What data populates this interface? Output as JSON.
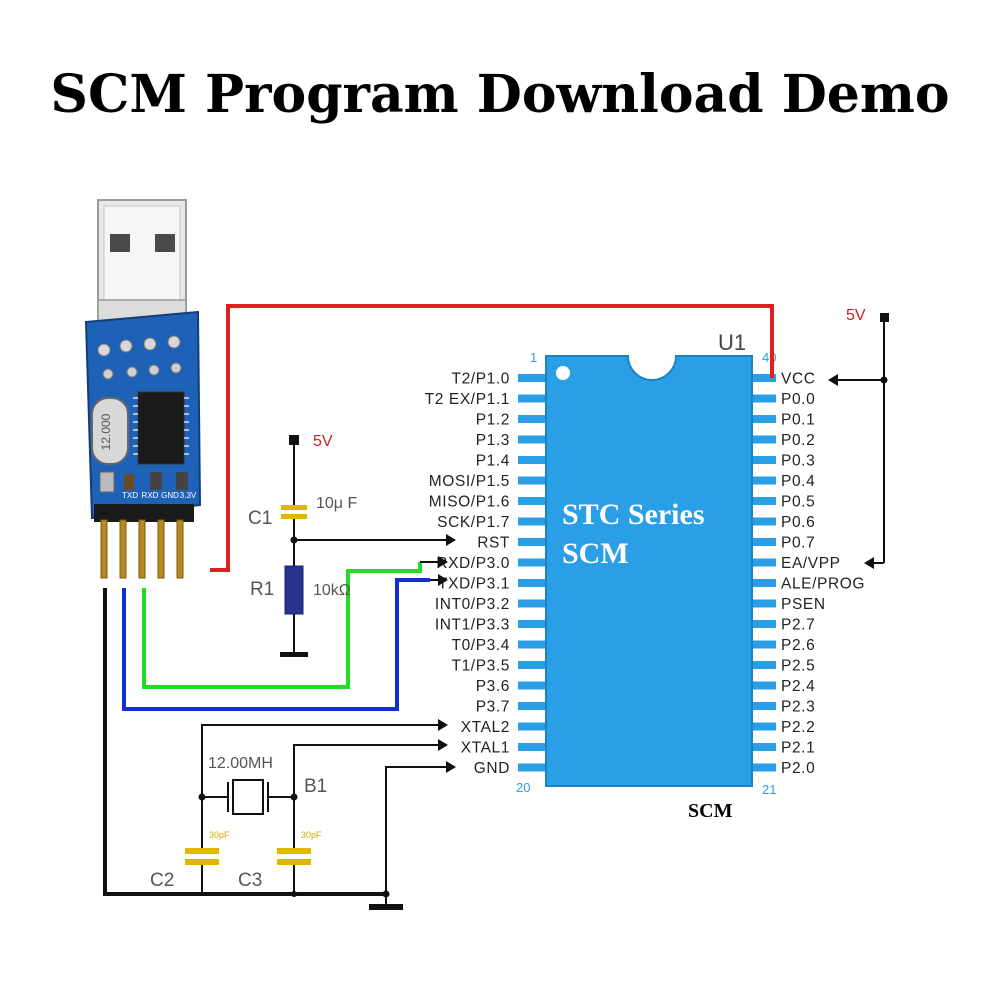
{
  "title": "SCM Program Download Demo",
  "chip": {
    "name": "U1",
    "line1": "STC Series",
    "line2": "SCM",
    "caption": "SCM",
    "pin_first": "1",
    "pin_40": "40",
    "pin_20": "20",
    "pin_21": "21",
    "left_pins": [
      "T2/P1.0",
      "T2 EX/P1.1",
      "P1.2",
      "P1.3",
      "P1.4",
      "MOSI/P1.5",
      "MISO/P1.6",
      "SCK/P1.7",
      "RST",
      "RXD/P3.0",
      "TXD/P3.1",
      "INT0/P3.2",
      "INT1/P3.3",
      "T0/P3.4",
      "T1/P3.5",
      "P3.6",
      "P3.7",
      "XTAL2",
      "XTAL1",
      "GND"
    ],
    "right_pins": [
      "VCC",
      "P0.0",
      "P0.1",
      "P0.2",
      "P0.3",
      "P0.4",
      "P0.5",
      "P0.6",
      "P0.7",
      "EA/VPP",
      "ALE/PROG",
      "PSEN",
      "P2.7",
      "P2.6",
      "P2.5",
      "P2.4",
      "P2.3",
      "P2.2",
      "P2.1",
      "P2.0"
    ]
  },
  "components": {
    "supply_left": "5V",
    "supply_right": "5V",
    "c1_name": "C1",
    "c1_value": "10μ F",
    "r1_name": "R1",
    "r1_value": "10kΩ",
    "crystal_value": "12.00MH",
    "crystal_name": "B1",
    "c2_name": "C2",
    "c3_name": "C3",
    "c2_value": "30pF",
    "c3_value": "30pF"
  },
  "usb_module": {
    "crystal_marking": "12.000",
    "pin_labels": [
      "TXD",
      "RXD",
      "GND",
      "3.3V"
    ]
  },
  "colors": {
    "chip": "#2b9fe6",
    "wire_red": "#e02020",
    "wire_green": "#22dd22",
    "wire_blue": "#1030d0",
    "wire_black": "#111111",
    "capacitor": "#e0b800",
    "resistor": "#2a3290",
    "pcb": "#1e62b8"
  }
}
